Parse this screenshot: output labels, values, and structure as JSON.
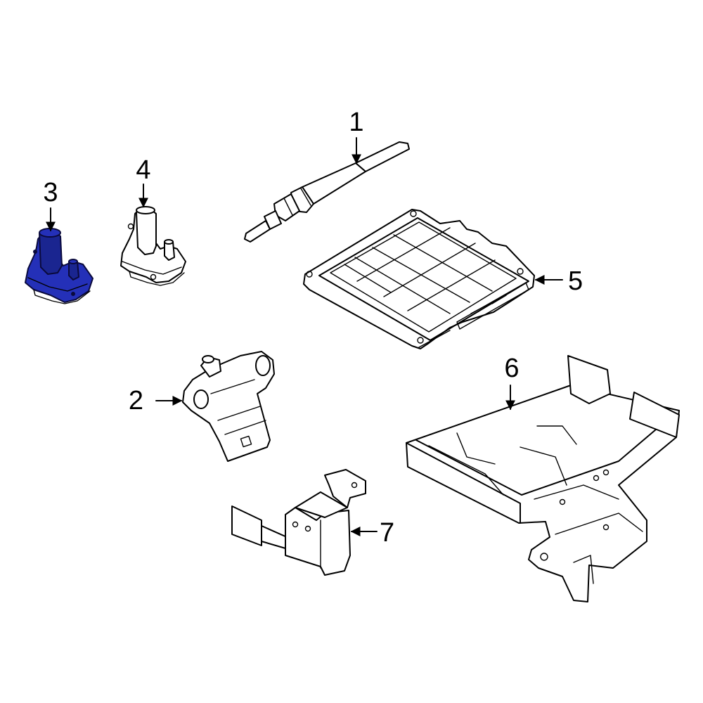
{
  "diagram": {
    "highlight_color": "#2430b8",
    "highlight_shade": "#1a2590",
    "line_color": "#000000",
    "callouts": [
      {
        "id": "1",
        "label": "1"
      },
      {
        "id": "2",
        "label": "2"
      },
      {
        "id": "3",
        "label": "3"
      },
      {
        "id": "4",
        "label": "4"
      },
      {
        "id": "5",
        "label": "5"
      },
      {
        "id": "6",
        "label": "6"
      },
      {
        "id": "7",
        "label": "7"
      }
    ],
    "highlighted_part": "3"
  }
}
